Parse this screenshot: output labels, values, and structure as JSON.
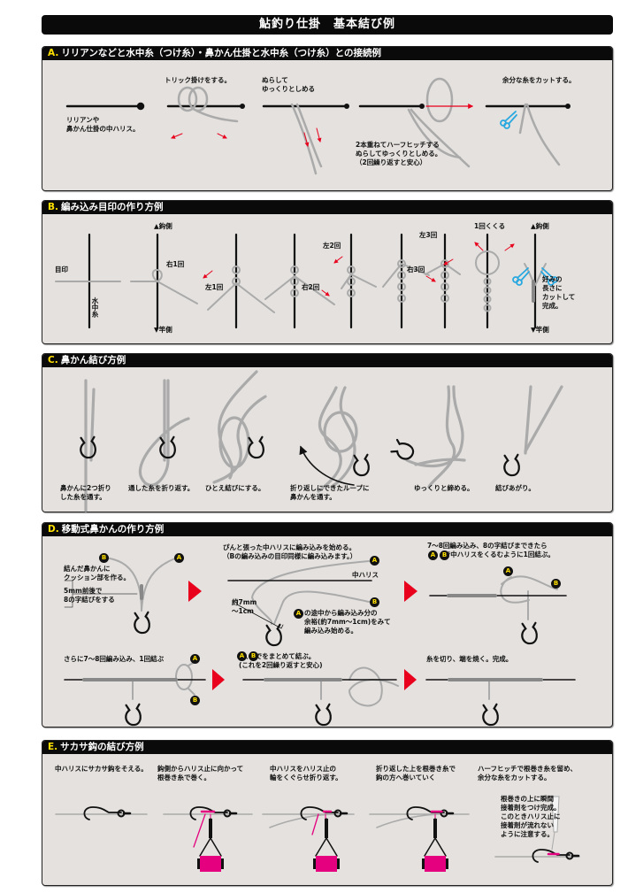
{
  "title": "鮎釣り仕掛　基本結び例",
  "colors": {
    "accent_red": "#e8001c",
    "pink": "#e5007f",
    "scissors_blue": "#29a8e0",
    "panel_bg": "#e4e1de",
    "badge_yellow": "#ffe000"
  },
  "sections": {
    "a": {
      "letter": "A.",
      "title": "リリアンなどと水中糸（つけ糸）・鼻かん仕掛と水中糸（つけ糸）との接続例",
      "steps": [
        "リリアンや\n鼻かん仕掛の中ハリス。",
        "トリック掛けをする。",
        "ぬらして\nゆっくりとしめる",
        "2本重ねてハーフヒッチする\nぬらしてゆっくりとしめる。\n（2回繰り返すと安心）",
        "余分な糸をカットする。"
      ]
    },
    "b": {
      "letter": "B.",
      "title": "編み込み目印の作り方例",
      "mark": "目印",
      "line": "水中糸",
      "hook_side": "▲鈎側",
      "rod_side": "▼竿側",
      "r1": "右1回",
      "l1": "左1回",
      "l2": "左2回",
      "r2": "右2回",
      "l3": "左3回",
      "r3": "右3回",
      "tie": "1回くくる",
      "hook_side2": "▲鈎側",
      "rod_side2": "▼竿側",
      "finish": "好みの\n長さに\nカットして\n完成。"
    },
    "c": {
      "letter": "C.",
      "title": "鼻かん結び方例",
      "steps": [
        "鼻かんに2つ折り\nした糸を通す。",
        "通した糸を折り返す。",
        "ひとえ結びにする。",
        "折り返しにできたループに\n鼻かんを通す。",
        "ゆっくりと締める。",
        "結びあがり。"
      ]
    },
    "d": {
      "letter": "D.",
      "title": "移動式鼻かんの作り方例",
      "s1": "結んだ鼻かんに\nクッション部を作る。",
      "s1b": "5mm前後で\n8の字結びをする",
      "s2": "ぴんと張った中ハリスに編み込みを始める。\n（Bの編み込みの目印同様に編み込みます。）",
      "harisu": "中ハリス",
      "gap": "約7mm\n〜1cm",
      "s2b": "の途中から編み込み分の\n余裕(約7mm〜1cm)をみて\n編み込み始める。",
      "s3": "7〜8回編み込み、8の字結びまできたら\n　、　で中ハリスをくるむように1回結ぶ。",
      "s4": "さらに7〜8回編み込み、1回結ぶ",
      "s5": "　、　でをまとめて結ぶ。\n(これを2回繰り返すと安心)",
      "s6": "糸を切り、端を焼く。完成。",
      "a": "A",
      "b": "B"
    },
    "e": {
      "letter": "E.",
      "title": "サカサ鈎の結び方例",
      "steps": [
        "中ハリスにサカサ鈎をそえる。",
        "鈎側からハリス止に向かって\n根巻き糸で巻く。",
        "中ハリスをハリス止の\n輪をくぐらせ折り返す。",
        "折り返した上を根巻き糸で\n鈎の方へ巻いていく",
        "ハーフヒッチで根巻き糸を留め、\n余分な糸をカットする。"
      ],
      "note": "根巻きの上に瞬間\n接着剤をつけ完成。\nこのときハリス止に\n接着剤が流れない\nように注意する。"
    }
  }
}
